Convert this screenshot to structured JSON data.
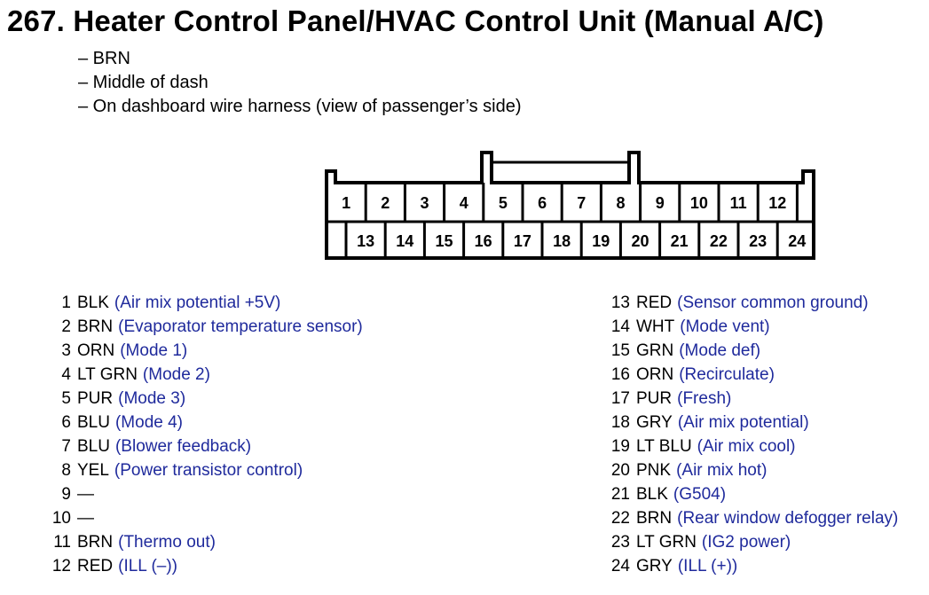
{
  "title": "267. Heater Control Panel/HVAC Control Unit (Manual A/C)",
  "notes": [
    "– BRN",
    "– Middle of dash",
    "– On dashboard wire harness (view of passenger’s side)"
  ],
  "connector": {
    "top_row": [
      "1",
      "2",
      "3",
      "4",
      "5",
      "6",
      "7",
      "8",
      "9",
      "10",
      "11",
      "12"
    ],
    "bottom_row": [
      "13",
      "14",
      "15",
      "16",
      "17",
      "18",
      "19",
      "20",
      "21",
      "22",
      "23",
      "24"
    ]
  },
  "colors": {
    "description": "#1f2a9c",
    "text": "#000000",
    "background": "#ffffff"
  },
  "pins_left": [
    {
      "num": "1",
      "wire": "BLK",
      "desc": "(Air mix potential +5V)"
    },
    {
      "num": "2",
      "wire": "BRN",
      "desc": "(Evaporator temperature sensor)"
    },
    {
      "num": "3",
      "wire": "ORN",
      "desc": "(Mode 1)"
    },
    {
      "num": "4",
      "wire": "LT GRN",
      "desc": "(Mode 2)"
    },
    {
      "num": "5",
      "wire": "PUR",
      "desc": "(Mode 3)"
    },
    {
      "num": "6",
      "wire": "BLU",
      "desc": "(Mode 4)"
    },
    {
      "num": "7",
      "wire": "BLU",
      "desc": "(Blower feedback)"
    },
    {
      "num": "8",
      "wire": "YEL",
      "desc": "(Power transistor control)"
    },
    {
      "num": "9",
      "wire": "—",
      "desc": ""
    },
    {
      "num": "10",
      "wire": "—",
      "desc": ""
    },
    {
      "num": "11",
      "wire": "BRN",
      "desc": "(Thermo out)"
    },
    {
      "num": "12",
      "wire": "RED",
      "desc": "(ILL (–))"
    }
  ],
  "pins_right": [
    {
      "num": "13",
      "wire": "RED",
      "desc": "(Sensor common ground)"
    },
    {
      "num": "14",
      "wire": "WHT",
      "desc": "(Mode vent)"
    },
    {
      "num": "15",
      "wire": "GRN",
      "desc": "(Mode def)"
    },
    {
      "num": "16",
      "wire": "ORN",
      "desc": "(Recirculate)"
    },
    {
      "num": "17",
      "wire": "PUR",
      "desc": "(Fresh)"
    },
    {
      "num": "18",
      "wire": "GRY",
      "desc": "(Air mix potential)"
    },
    {
      "num": "19",
      "wire": "LT BLU",
      "desc": "(Air mix cool)"
    },
    {
      "num": "20",
      "wire": "PNK",
      "desc": "(Air mix hot)"
    },
    {
      "num": "21",
      "wire": "BLK",
      "desc": "(G504)"
    },
    {
      "num": "22",
      "wire": "BRN",
      "desc": "(Rear window defogger relay)"
    },
    {
      "num": "23",
      "wire": "LT GRN",
      "desc": "(IG2 power)"
    },
    {
      "num": "24",
      "wire": "GRY",
      "desc": "(ILL (+))"
    }
  ]
}
